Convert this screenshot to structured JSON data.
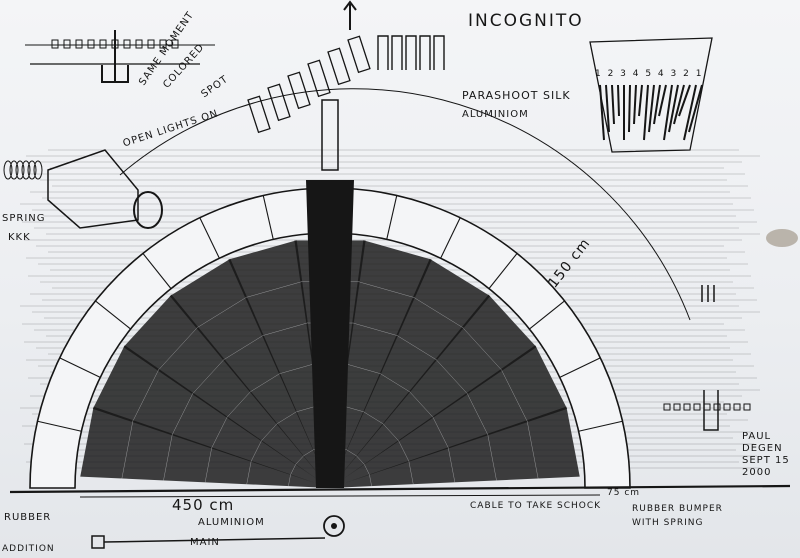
{
  "sheet": {
    "title": "INCOGNITO",
    "colors": {
      "ink": "#161616",
      "paper": "#eceef1",
      "stain": "#7a6a55"
    }
  },
  "labels": {
    "note_line1": "SAME MOMENT",
    "note_line2": "COLORED",
    "note_line3": "SPOT",
    "note_line4": "OPEN LIGHTS ON",
    "parachute_silk": "PARASHOOT SILK",
    "aluminium_top": "ALUMINIOM",
    "radius": "150 cm",
    "spring": "SPRING",
    "spring_sub": "KKK",
    "rubber": "RUBBER",
    "width": "450 cm",
    "aluminium_base": "ALUMINIOM",
    "main": "MAIN",
    "addition": "ADDITION",
    "cable": "CABLE TO TAKE SCHOCK",
    "bumper_gap": "75 cm",
    "bumper_line1": "RUBBER BUMPER",
    "bumper_line2": "WITH SPRING",
    "scale": "1 2 3 4 5 4 3 2 1"
  },
  "signature": {
    "first": "PAUL",
    "last": "DEGEN",
    "date_line1": "SEPT 15",
    "date_line2": "2000"
  },
  "icons": [
    "spring-clamp-icon",
    "pin-rail-icon",
    "rotating-cylinders-icon",
    "fan-diagram-icon",
    "small-bracket-icon"
  ]
}
